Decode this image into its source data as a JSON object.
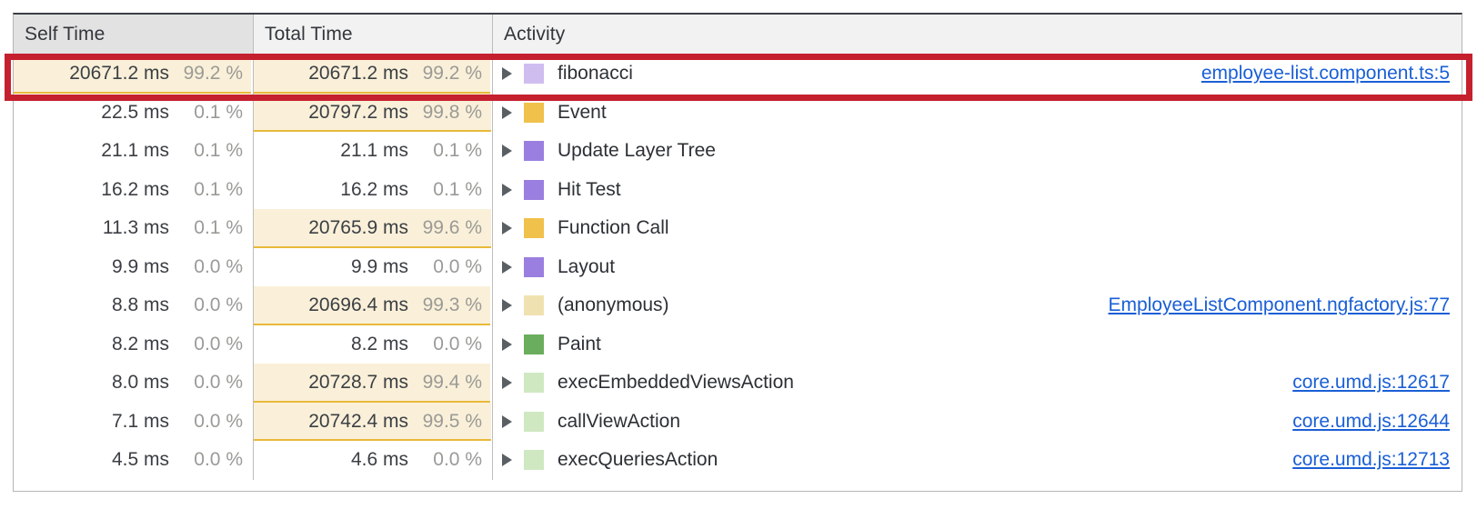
{
  "panel": {
    "name": "bottom-up-call-tree",
    "columns": [
      {
        "key": "self_time",
        "label": "Self Time",
        "sorted": true
      },
      {
        "key": "total_time",
        "label": "Total Time",
        "sorted": false
      },
      {
        "key": "activity",
        "label": "Activity",
        "sorted": false
      }
    ]
  },
  "highlight": {
    "color": "#c5202e",
    "target_row_index": 0
  },
  "colors": {
    "bar_fill": "#faf0d9",
    "bar_border": "#e8b93a",
    "link": "#1a5fd6",
    "header_sorted": "#e2e2e2",
    "header_plain": "#f2f2f2",
    "swatch_scripting": "#f0c14b",
    "swatch_rendering": "#9a7fe0",
    "swatch_painting": "#6aad5e",
    "swatch_fibonacci": "#cfbdf0",
    "swatch_anonymous": "#f0e2b0",
    "swatch_core_umd": "#cfe8c2"
  },
  "rows": [
    {
      "self_ms": "20671.2 ms",
      "self_pct": "99.2 %",
      "self_bar_pct": 99.2,
      "self_bar_shown": true,
      "total_ms": "20671.2 ms",
      "total_pct": "99.2 %",
      "total_bar_pct": 99.2,
      "total_bar_shown": true,
      "activity": "fibonacci",
      "swatch": "#cfbdf0",
      "swatch_name": "swatch-fibonacci",
      "source": "employee-list.component.ts:5"
    },
    {
      "self_ms": "22.5 ms",
      "self_pct": "0.1 %",
      "self_bar_pct": 0.1,
      "self_bar_shown": false,
      "total_ms": "20797.2 ms",
      "total_pct": "99.8 %",
      "total_bar_pct": 99.8,
      "total_bar_shown": true,
      "activity": "Event",
      "swatch": "#f0c14b",
      "swatch_name": "swatch-event",
      "source": ""
    },
    {
      "self_ms": "21.1 ms",
      "self_pct": "0.1 %",
      "self_bar_pct": 0.1,
      "self_bar_shown": false,
      "total_ms": "21.1 ms",
      "total_pct": "0.1 %",
      "total_bar_pct": 0.1,
      "total_bar_shown": false,
      "activity": "Update Layer Tree",
      "swatch": "#9a7fe0",
      "swatch_name": "swatch-update-layer-tree",
      "source": ""
    },
    {
      "self_ms": "16.2 ms",
      "self_pct": "0.1 %",
      "self_bar_pct": 0.1,
      "self_bar_shown": false,
      "total_ms": "16.2 ms",
      "total_pct": "0.1 %",
      "total_bar_pct": 0.1,
      "total_bar_shown": false,
      "activity": "Hit Test",
      "swatch": "#9a7fe0",
      "swatch_name": "swatch-hit-test",
      "source": ""
    },
    {
      "self_ms": "11.3 ms",
      "self_pct": "0.1 %",
      "self_bar_pct": 0.1,
      "self_bar_shown": false,
      "total_ms": "20765.9 ms",
      "total_pct": "99.6 %",
      "total_bar_pct": 99.6,
      "total_bar_shown": true,
      "activity": "Function Call",
      "swatch": "#f0c14b",
      "swatch_name": "swatch-function-call",
      "source": ""
    },
    {
      "self_ms": "9.9 ms",
      "self_pct": "0.0 %",
      "self_bar_pct": 0.0,
      "self_bar_shown": false,
      "total_ms": "9.9 ms",
      "total_pct": "0.0 %",
      "total_bar_pct": 0.0,
      "total_bar_shown": false,
      "activity": "Layout",
      "swatch": "#9a7fe0",
      "swatch_name": "swatch-layout",
      "source": ""
    },
    {
      "self_ms": "8.8 ms",
      "self_pct": "0.0 %",
      "self_bar_pct": 0.0,
      "self_bar_shown": false,
      "total_ms": "20696.4 ms",
      "total_pct": "99.3 %",
      "total_bar_pct": 99.3,
      "total_bar_shown": true,
      "activity": "(anonymous)",
      "swatch": "#f0e2b0",
      "swatch_name": "swatch-anonymous",
      "source": "EmployeeListComponent.ngfactory.js:77"
    },
    {
      "self_ms": "8.2 ms",
      "self_pct": "0.0 %",
      "self_bar_pct": 0.0,
      "self_bar_shown": false,
      "total_ms": "8.2 ms",
      "total_pct": "0.0 %",
      "total_bar_pct": 0.0,
      "total_bar_shown": false,
      "activity": "Paint",
      "swatch": "#6aad5e",
      "swatch_name": "swatch-paint",
      "source": ""
    },
    {
      "self_ms": "8.0 ms",
      "self_pct": "0.0 %",
      "self_bar_pct": 0.0,
      "self_bar_shown": false,
      "total_ms": "20728.7 ms",
      "total_pct": "99.4 %",
      "total_bar_pct": 99.4,
      "total_bar_shown": true,
      "activity": "execEmbeddedViewsAction",
      "swatch": "#cfe8c2",
      "swatch_name": "swatch-exec-embedded-views-action",
      "source": "core.umd.js:12617"
    },
    {
      "self_ms": "7.1 ms",
      "self_pct": "0.0 %",
      "self_bar_pct": 0.0,
      "self_bar_shown": false,
      "total_ms": "20742.4 ms",
      "total_pct": "99.5 %",
      "total_bar_pct": 99.5,
      "total_bar_shown": true,
      "activity": "callViewAction",
      "swatch": "#cfe8c2",
      "swatch_name": "swatch-call-view-action",
      "source": "core.umd.js:12644"
    },
    {
      "self_ms": "4.5 ms",
      "self_pct": "0.0 %",
      "self_bar_pct": 0.0,
      "self_bar_shown": false,
      "total_ms": "4.6 ms",
      "total_pct": "0.0 %",
      "total_bar_pct": 0.0,
      "total_bar_shown": false,
      "activity": "execQueriesAction",
      "swatch": "#cfe8c2",
      "swatch_name": "swatch-exec-queries-action",
      "source": "core.umd.js:12713"
    }
  ]
}
